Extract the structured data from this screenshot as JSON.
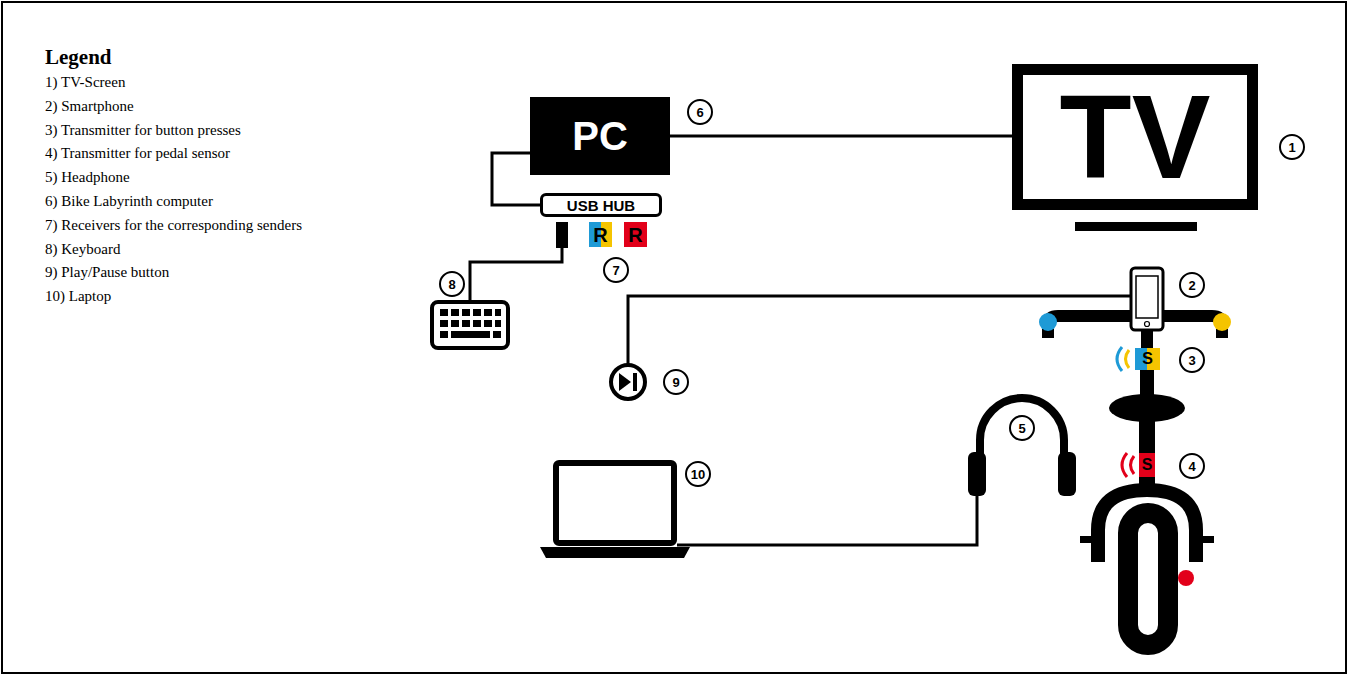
{
  "diagram": {
    "title": "Legend",
    "nodes": [
      {
        "text": [
          "PC"
        ]
      },
      {
        "text": [
          "USB HUB"
        ]
      },
      {
        "text": [
          "TV"
        ]
      },
      {
        "text": [
          "R"
        ]
      },
      {
        "text": [
          "R"
        ]
      },
      {
        "text": [
          "S"
        ]
      },
      {
        "text": [
          "S"
        ]
      }
    ],
    "edges": [
      {
        "from": 0,
        "to": 2,
        "arrow": "none"
      },
      {
        "from": 0,
        "to": 1,
        "arrow": "none"
      }
    ],
    "labels": [
      "6",
      "1",
      "7",
      "8",
      "2",
      "9",
      "3",
      "5",
      "4",
      "10"
    ],
    "legend": [
      {
        "text": "1) TV-Screen"
      },
      {
        "text": "2) Smartphone"
      },
      {
        "text": "3) Transmitter for button presses"
      },
      {
        "text": "4) Transmitter for pedal sensor"
      },
      {
        "text": "5) Headphone"
      },
      {
        "text": "6) Bike Labyrinth computer"
      },
      {
        "text": "7) Receivers for the corresponding senders"
      },
      {
        "text": "8) Keyboard"
      },
      {
        "text": "9) Play/Pause button"
      },
      {
        "text": "10) Laptop"
      }
    ]
  }
}
